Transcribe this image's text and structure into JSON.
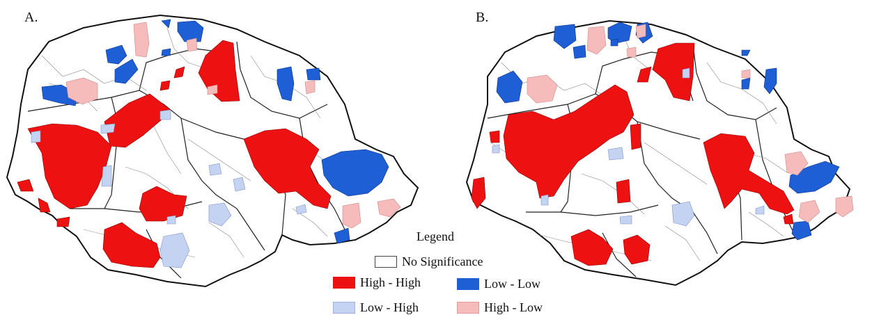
{
  "panels": [
    {
      "label": "A."
    },
    {
      "label": "B."
    }
  ],
  "legend": {
    "title": "Legend",
    "items": [
      {
        "label": "No Significance",
        "color": "#ffffff",
        "border": "#444444"
      },
      {
        "label": "High - High",
        "color": "#ee1111",
        "border": "#ee1111"
      },
      {
        "label": "Low - Low",
        "color": "#1f5fd6",
        "border": "#1f5fd6"
      },
      {
        "label": "Low - High",
        "color": "#c5d3f3",
        "border": "#9fb1de"
      },
      {
        "label": "High - Low",
        "color": "#f6bcbc",
        "border": "#e29b9b"
      }
    ]
  }
}
